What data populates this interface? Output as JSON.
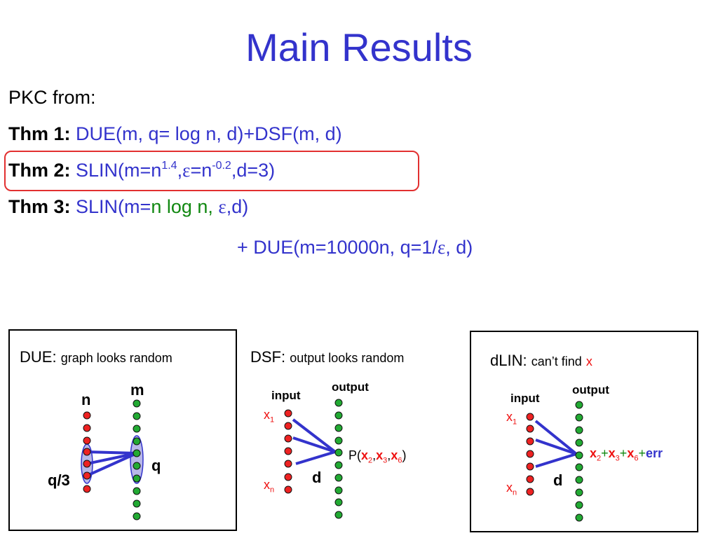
{
  "slide": {
    "title": "Main Results",
    "intro": "PKC from:",
    "thm1_label": "Thm 1:",
    "thm1_text": "DUE(m, q= log n, d)+DSF(m, d)",
    "thm2_label": "Thm 2:",
    "thm2_a": "SLIN(m=n",
    "thm2_exp1": "1.4",
    "thm2_b": ",",
    "thm2_eps": "ε",
    "thm2_c": "=n",
    "thm2_exp2": "-0.2",
    "thm2_d": ",d=3)",
    "thm3_label": "Thm 3:",
    "thm3_a": "SLIN(m=",
    "thm3_green": "n log n,",
    "thm3_eps": "ε",
    "thm3_b": ",d)",
    "thm3_cont_a": "+ DUE(m=10000n, q=1/",
    "thm3_cont_eps": "ε",
    "thm3_cont_b": ", d)"
  },
  "panels": {
    "due": {
      "title": "DUE:",
      "subtitle": "graph looks random",
      "n_label": "n",
      "m_label": "m",
      "q3_label": "q/3",
      "q_label": "q"
    },
    "dsf": {
      "title": "DSF:",
      "subtitle": "output looks random",
      "input_label": "input",
      "output_label": "output",
      "x1": "x",
      "x1_sub": "1",
      "xn": "x",
      "xn_sub": "n",
      "d_label": "d",
      "p_open": "P(",
      "p_x2": "x",
      "p_x2_sub": "2",
      "p_comma1": ",",
      "p_x3": "x",
      "p_x3_sub": "3",
      "p_comma2": ",",
      "p_x6": "x",
      "p_x6_sub": "6",
      "p_close": ")"
    },
    "dlin": {
      "title": "dLIN:",
      "subtitle": "can’t find",
      "subtitle_x": "x",
      "input_label": "input",
      "output_label": "output",
      "x1": "x",
      "x1_sub": "1",
      "xn": "x",
      "xn_sub": "n",
      "d_label": "d",
      "s_x2": "x",
      "s_x2_sub": "2",
      "s_plus1": "+",
      "s_x3": "x",
      "s_x3_sub": "3",
      "s_plus2": "+",
      "s_x6": "x",
      "s_x6_sub": "6",
      "s_plus3": "+",
      "s_err": "err"
    }
  },
  "colors": {
    "title_blue": "#3333cc",
    "green_text": "#118811",
    "red_text": "#ee1111",
    "highlight_border": "#e23030",
    "node_red": "#ee2222",
    "node_green": "#22aa33",
    "edge_blue": "#3333cc",
    "ellipse_fill": "#b8b8e8"
  }
}
